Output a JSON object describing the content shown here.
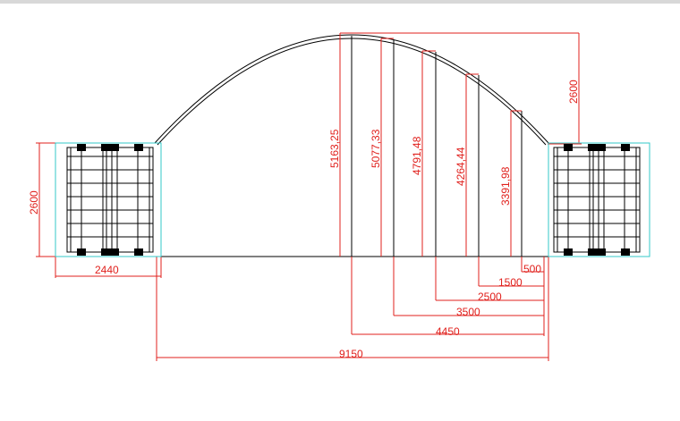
{
  "colors": {
    "dimension": "#e0201c",
    "structure": "#000000",
    "container_outline": "#33c8c8"
  },
  "dimensions": {
    "container_height_left": "2600",
    "container_width": "2440",
    "arch_rise": "2600",
    "heights": [
      "5163,25",
      "5077,33",
      "4791,48",
      "4264,44",
      "3391,98"
    ],
    "offsets": [
      "500",
      "1500",
      "2500",
      "3500",
      "4450"
    ],
    "span": "9150"
  }
}
